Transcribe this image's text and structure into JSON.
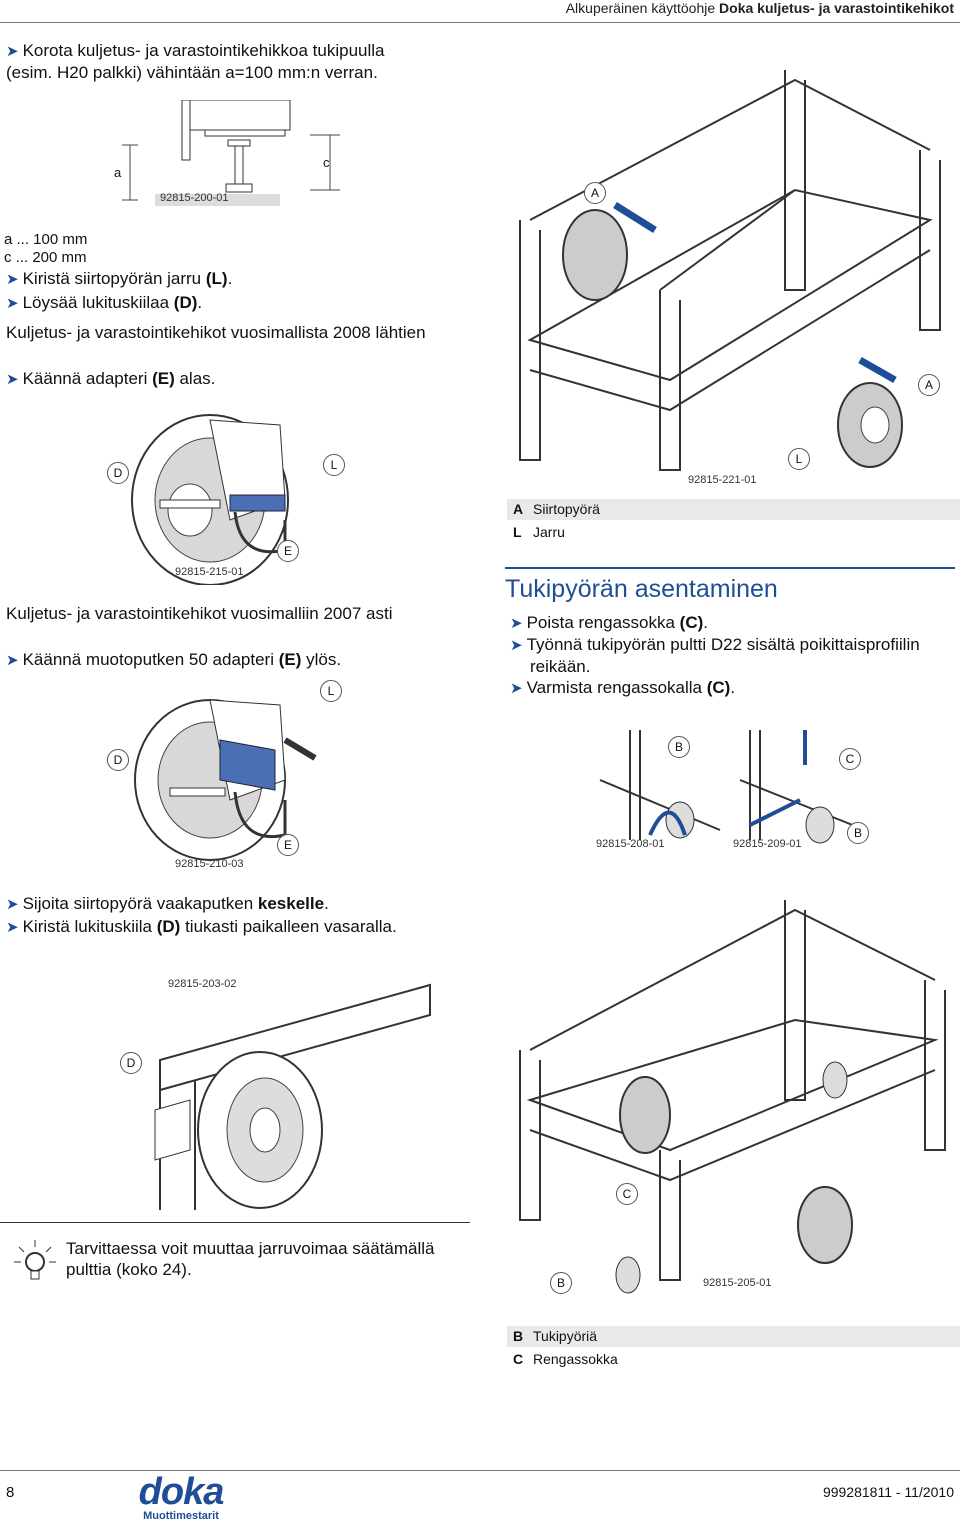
{
  "header": {
    "prefix": "Alkuperäinen käyttöohje ",
    "bold": "Doka kuljetus- ja varastointikehikot"
  },
  "steps_top": [
    "Korota kuljetus- ja varastointikehikkoa tukipuulla",
    "(esim. H20 palkki) vähintään a=100 mm:n verran."
  ],
  "dims": {
    "a": "a ... 100 mm",
    "c": "c ... 200 mm"
  },
  "step_brake": {
    "text": "Kiristä siirtopyörän jarru ",
    "ref": "(L)",
    "end": "."
  },
  "step_wedge": {
    "text": "Löysää lukituskiilaa ",
    "ref": "(D)",
    "end": "."
  },
  "section_2008": "Kuljetus- ja varastointikehikot vuosimallista 2008 lähtien",
  "step_adapter_down": {
    "text": "Käännä adapteri ",
    "ref": "(E)",
    "end": " alas."
  },
  "section_2007": "Kuljetus- ja varastointikehikot vuosimalliin 2007 asti",
  "step_adapter_up": {
    "text": "Käännä muotoputken 50 adapteri ",
    "ref": "(E)",
    "end": " ylös."
  },
  "step_center": {
    "text": "Sijoita siirtopyörä vaakaputken ",
    "ref": "keskelle",
    "end": "."
  },
  "step_hammer": {
    "text": "Kiristä lukituskiila ",
    "ref": "(D)",
    "end": " tiukasti paikalleen vasaralla."
  },
  "tip": "Tarvittaessa voit muuttaa jarruvoimaa säätämällä pulttia (koko 24).",
  "figure_numbers": {
    "f200": "92815-200-01",
    "f221": "92815-221-01",
    "f215": "92815-215-01",
    "f210": "92815-210-03",
    "f208": "92815-208-01",
    "f209": "92815-209-01",
    "f203": "92815-203-02",
    "f205": "92815-205-01"
  },
  "callouts": {
    "A": "A",
    "B": "B",
    "C": "C",
    "D": "D",
    "E": "E",
    "L": "L",
    "a": "a",
    "c": "c"
  },
  "legend_1": [
    {
      "key": "A",
      "label": "Siirtopyörä"
    },
    {
      "key": "L",
      "label": "Jarru"
    }
  ],
  "heading_right": "Tukipyörän asentaminen",
  "steps_right": [
    {
      "text": "Poista rengassokka ",
      "ref": "(C)",
      "end": "."
    },
    {
      "text": "Työnnä tukipyörän pultti D22 sisältä poikittaisprofiilin reikään.",
      "ref": "",
      "end": ""
    },
    {
      "text": "Varmista rengassokalla ",
      "ref": "(C)",
      "end": "."
    }
  ],
  "legend_2": [
    {
      "key": "B",
      "label": "Tukipyöriä"
    },
    {
      "key": "C",
      "label": "Rengassokka"
    }
  ],
  "footer": {
    "page": "8",
    "logo": "doka",
    "tagline": "Muottimestarit",
    "doc": "999281811 - 11/2010"
  },
  "colors": {
    "accent": "#1f4e96",
    "highlight": "#4a6fb5",
    "legend_bg": "#e9e9ec"
  }
}
